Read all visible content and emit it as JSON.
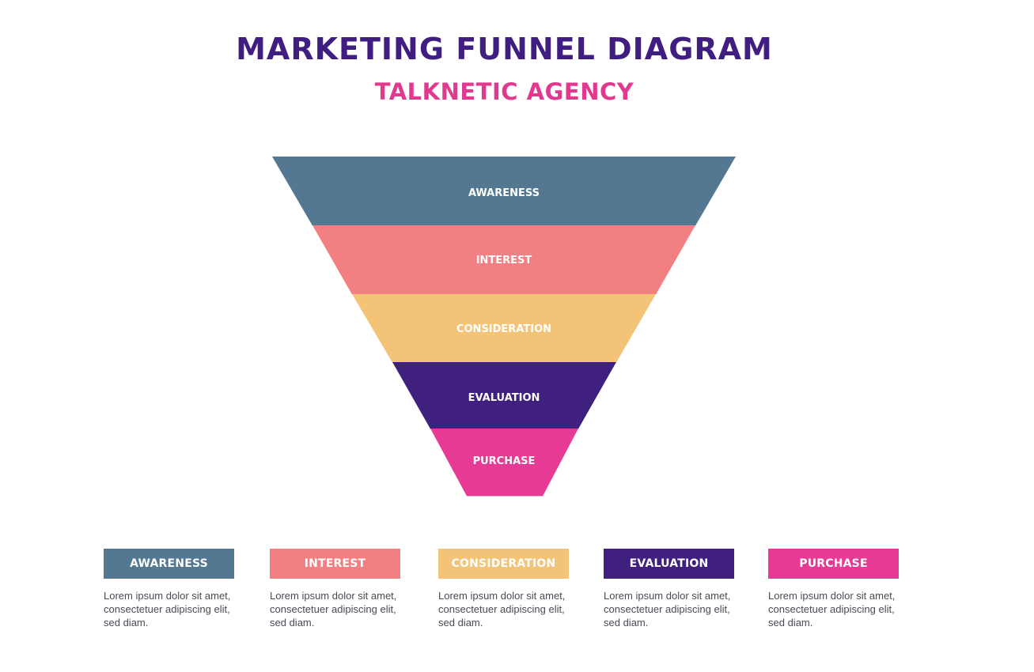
{
  "title": "MARKETING FUNNEL DIAGRAM",
  "subtitle": "TALKNETIC AGENCY",
  "colors": {
    "title": "#3f1d81",
    "subtitle": "#e0398e",
    "awareness": "#547891",
    "interest": "#f27f81",
    "consideration": "#f3c377",
    "evaluation": "#40207e",
    "purchase": "#e63a94"
  },
  "stages": [
    {
      "label": "AWARENESS",
      "color": "#547891",
      "description": "Lorem ipsum dolor sit amet, consectetuer adipiscing elit, sed diam."
    },
    {
      "label": "INTEREST",
      "color": "#f27f81",
      "description": "Lorem ipsum dolor sit amet, consectetuer adipiscing elit, sed diam."
    },
    {
      "label": "CONSIDERATION",
      "color": "#f3c377",
      "description": "Lorem ipsum dolor sit amet, consectetuer adipiscing elit, sed diam."
    },
    {
      "label": "EVALUATION",
      "color": "#40207e",
      "description": "Lorem ipsum dolor sit amet, consectetuer adipiscing elit, sed diam."
    },
    {
      "label": "PURCHASE",
      "color": "#e63a94",
      "description": "Lorem ipsum dolor sit amet, consectetuer adipiscing elit, sed diam."
    }
  ]
}
